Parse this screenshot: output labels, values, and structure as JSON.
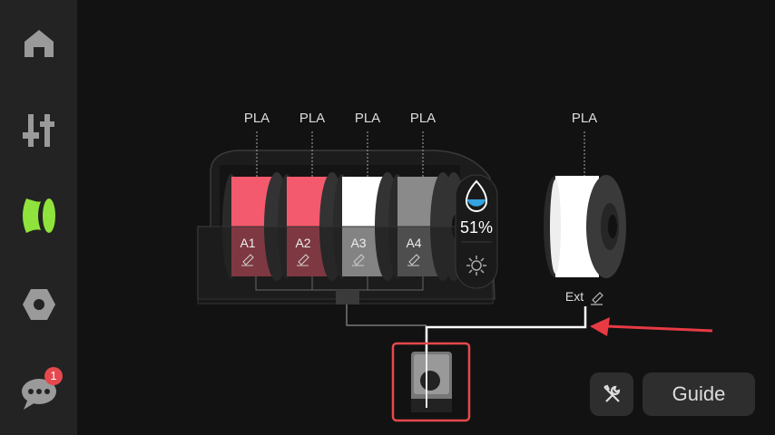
{
  "sidebar": {
    "items": [
      {
        "label": "home"
      },
      {
        "label": "controls"
      },
      {
        "label": "filament",
        "active": true
      },
      {
        "label": "settings"
      },
      {
        "label": "messages",
        "badge": "1"
      }
    ]
  },
  "ams": {
    "slots": [
      {
        "id": "A1",
        "material": "PLA",
        "color": "#f45a6d"
      },
      {
        "id": "A2",
        "material": "PLA",
        "color": "#f45a6d"
      },
      {
        "id": "A3",
        "material": "PLA",
        "color": "#ffffff"
      },
      {
        "id": "A4",
        "material": "PLA",
        "color": "#8a8a8a"
      }
    ],
    "humidity": "51%"
  },
  "external": {
    "id": "Ext",
    "material": "PLA",
    "color": "#ffffff"
  },
  "buttons": {
    "guide": "Guide"
  },
  "colors": {
    "accent": "#8fe33c",
    "highlight": "#e5484d"
  }
}
